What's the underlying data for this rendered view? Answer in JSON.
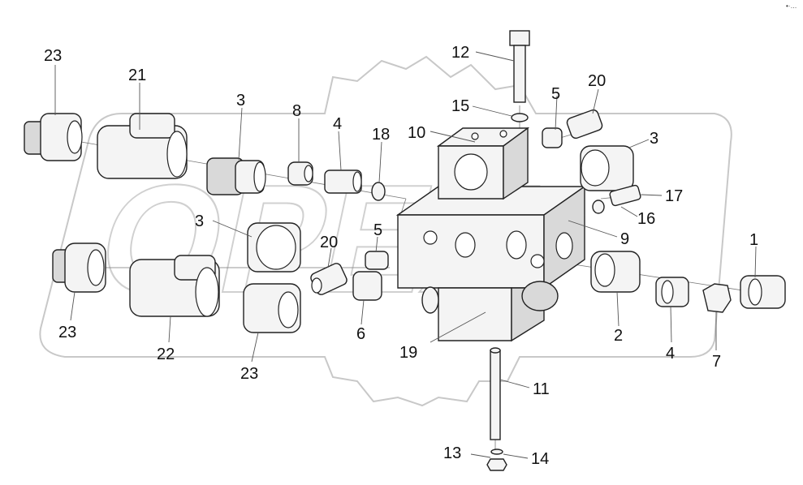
{
  "corner_mark": "•·…",
  "watermark_text": "OPEX",
  "labels": [
    {
      "id": "l23a",
      "text": "23"
    },
    {
      "id": "l21",
      "text": "21"
    },
    {
      "id": "l3a",
      "text": "3"
    },
    {
      "id": "l8",
      "text": "8"
    },
    {
      "id": "l4a",
      "text": "4"
    },
    {
      "id": "l18",
      "text": "18"
    },
    {
      "id": "l10",
      "text": "10"
    },
    {
      "id": "l12",
      "text": "12"
    },
    {
      "id": "l15",
      "text": "15"
    },
    {
      "id": "l5a",
      "text": "5"
    },
    {
      "id": "l20a",
      "text": "20"
    },
    {
      "id": "l3b",
      "text": "3"
    },
    {
      "id": "l17",
      "text": "17"
    },
    {
      "id": "l16",
      "text": "16"
    },
    {
      "id": "l3c",
      "text": "3"
    },
    {
      "id": "l5b",
      "text": "5"
    },
    {
      "id": "l20b",
      "text": "20"
    },
    {
      "id": "l9",
      "text": "9"
    },
    {
      "id": "l1",
      "text": "1"
    },
    {
      "id": "l23b",
      "text": "23"
    },
    {
      "id": "l22",
      "text": "22"
    },
    {
      "id": "l23c",
      "text": "23"
    },
    {
      "id": "l6",
      "text": "6"
    },
    {
      "id": "l19",
      "text": "19"
    },
    {
      "id": "l2",
      "text": "2"
    },
    {
      "id": "l4b",
      "text": "4"
    },
    {
      "id": "l7",
      "text": "7"
    },
    {
      "id": "l11",
      "text": "11"
    },
    {
      "id": "l13",
      "text": "13"
    },
    {
      "id": "l14",
      "text": "14"
    }
  ]
}
